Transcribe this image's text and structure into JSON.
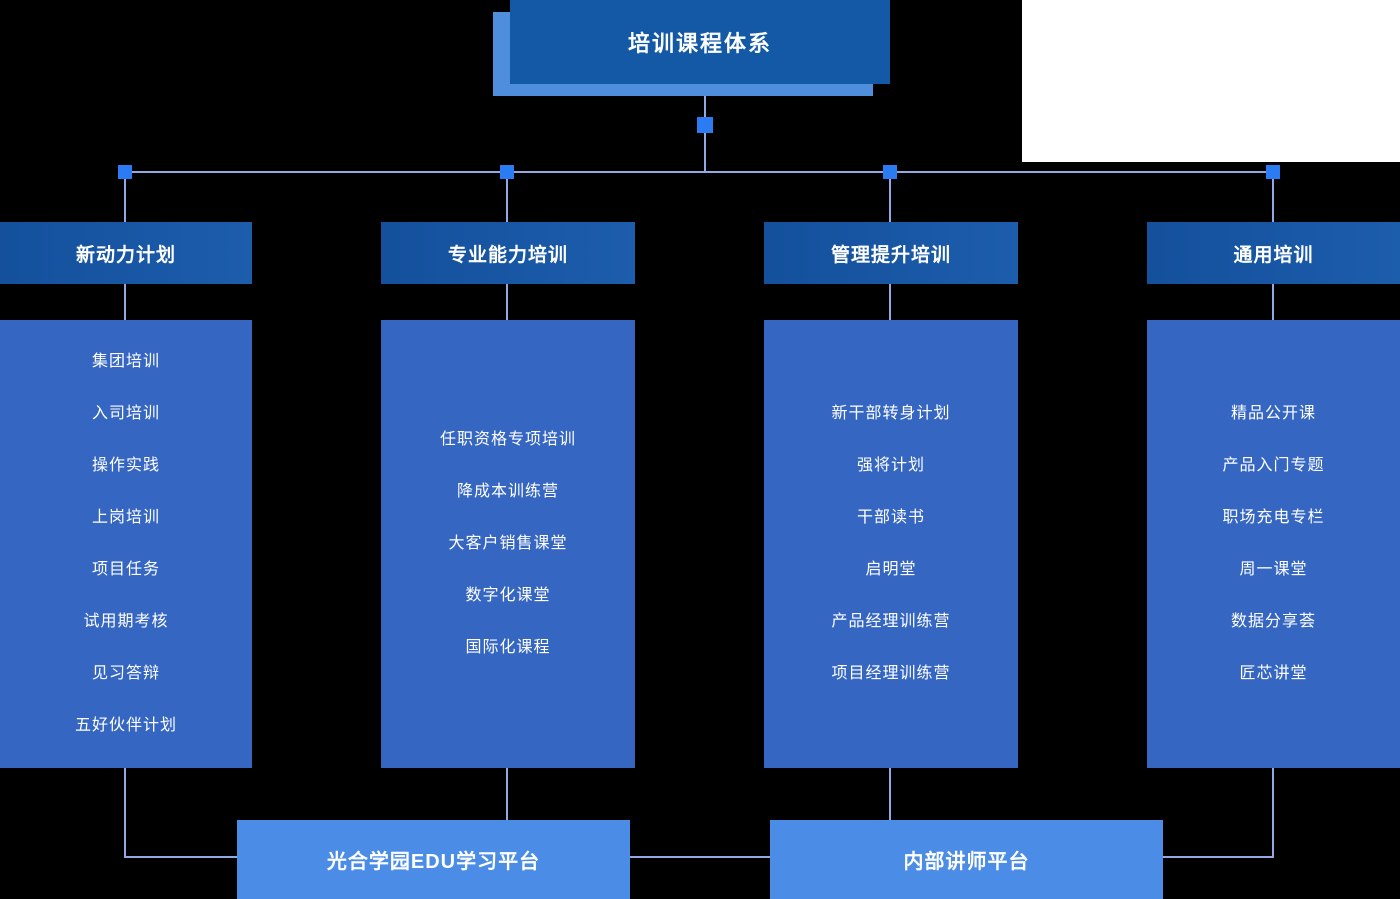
{
  "title": "培训课程体系",
  "columns": [
    {
      "header": "新动力计划",
      "items": [
        "集团培训",
        "入司培训",
        "操作实践",
        "上岗培训",
        "项目任务",
        "试用期考核",
        "见习答辩",
        "五好伙伴计划"
      ]
    },
    {
      "header": "专业能力培训",
      "items": [
        "任职资格专项培训",
        "降成本训练营",
        "大客户销售课堂",
        "数字化课堂",
        "国际化课程"
      ]
    },
    {
      "header": "管理提升培训",
      "items": [
        "新干部转身计划",
        "强将计划",
        "干部读书",
        "启明堂",
        "产品经理训练营",
        "项目经理训练营"
      ]
    },
    {
      "header": "通用培训",
      "items": [
        "精品公开课",
        "产品入门专题",
        "职场充电专栏",
        "周一课堂",
        "数据分享荟",
        "匠芯讲堂"
      ]
    }
  ],
  "platforms": [
    {
      "label": "光合学园EDU学习平台"
    },
    {
      "label": "内部讲师平台"
    }
  ],
  "colors": {
    "background": "#000000",
    "title_box": "#1459a6",
    "title_shadow": "#4e8edc",
    "header_box": "#14509c",
    "body_box": "#3566c2",
    "platform_box": "#4a8ce6",
    "connector_line": "#93a9e6",
    "connector_square": "#2b7bf3",
    "text": "#ffffff"
  }
}
